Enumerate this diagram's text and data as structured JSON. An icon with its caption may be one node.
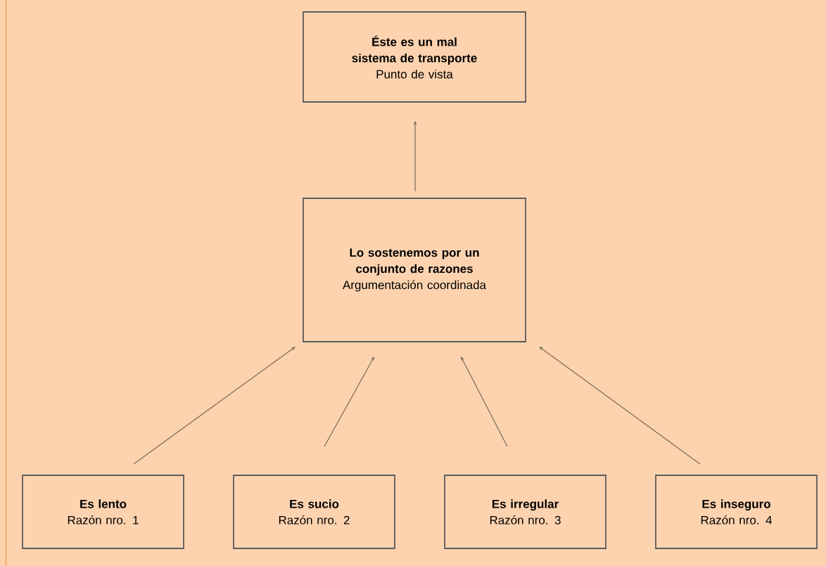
{
  "diagram": {
    "nodes": [
      {
        "text": [
          "Éste es un mal sistema de transporte",
          "Punto de vista"
        ]
      },
      {
        "text": [
          "Lo sostenemos por un conjunto de razones",
          "Argumentación coordinada"
        ]
      },
      {
        "text": [
          "Es lento",
          "Razón nro. 1"
        ]
      },
      {
        "text": [
          "Es sucio",
          "Razón nro. 2"
        ]
      },
      {
        "text": [
          "Es irregular",
          "Razón nro. 3"
        ]
      },
      {
        "text": [
          "Es inseguro",
          "Razón nro. 4"
        ]
      }
    ],
    "edges": [
      {
        "from": 1,
        "to": 0,
        "arrow": "to"
      },
      {
        "from": 2,
        "to": 1,
        "arrow": "to"
      },
      {
        "from": 3,
        "to": 1,
        "arrow": "to"
      },
      {
        "from": 4,
        "to": 1,
        "arrow": "to"
      },
      {
        "from": 5,
        "to": 1,
        "arrow": "to"
      }
    ]
  }
}
